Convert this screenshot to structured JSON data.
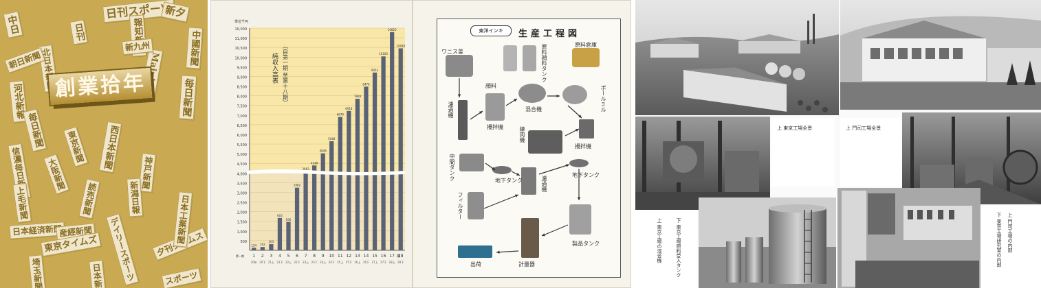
{
  "cover": {
    "title": "創業拾年",
    "newspapers": [
      "日刊スポーツ",
      "日刊",
      "中日",
      "新夕",
      "毎日新聞",
      "北日本新聞",
      "報知新聞",
      "朝日新聞",
      "Mainichi",
      "中國新聞",
      "河北新報",
      "新九州",
      "西日本新聞",
      "毎日新聞",
      "東京新聞",
      "大阪新聞",
      "信濃毎日新聞",
      "神戸新聞",
      "新潟日報",
      "読売新聞",
      "上毛新聞",
      "日本経済新聞",
      "埼玉新聞",
      "産經新聞",
      "デイリースポーツ",
      "東京タイムズ",
      "夕刊タイムス",
      "日本新聞",
      "日本工業新聞",
      "スポーツ"
    ]
  },
  "chart_data": {
    "type": "bar",
    "title": "（自第一期 至第十八期）純収入高表",
    "ylabel": "単位千円",
    "xlabel": "期",
    "ylim": [
      0,
      10000
    ],
    "y_axis_break": true,
    "y_ticks": [
      "10,000",
      "11,000",
      "10,500",
      "10,000",
      "9,500",
      "9,000",
      "8,500",
      "8,000",
      "7,500",
      "7,000",
      "6,500",
      "6,000",
      "5,500",
      "5,000",
      "4,500",
      "4,000",
      "3,500",
      "3,000",
      "2,500",
      "2,000",
      "1,500",
      "1,000",
      "500"
    ],
    "categories": [
      "1",
      "2",
      "3",
      "4",
      "5",
      "6",
      "7",
      "8",
      "9",
      "10",
      "11",
      "12",
      "13",
      "14",
      "15",
      "16",
      "17",
      "18"
    ],
    "sublabels": [
      "20年",
      "20下",
      "21上",
      "21下",
      "22上",
      "22下",
      "23上",
      "23下",
      "24上",
      "24下",
      "25上",
      "25下",
      "26上",
      "26下",
      "27上",
      "27下",
      "28上",
      "28下"
    ],
    "values": [
      124,
      162,
      303,
      1600,
      1400,
      3100,
      3900,
      4200,
      4800,
      5400,
      6600,
      6900,
      7500,
      8100,
      8800,
      9600,
      10800,
      10000
    ],
    "value_labels": [
      "124",
      "162",
      "303",
      "603",
      "566",
      "2082",
      "3863",
      "4248",
      "4848",
      "5048",
      "6670",
      "6918",
      "7808",
      "8476",
      "9053",
      "10160",
      "10820",
      "10448"
    ],
    "bar_color": "#5a6275",
    "bg_upper": "#f8e7a8",
    "bg_lower": "#f2e3bc",
    "period_label": "第一期"
  },
  "flow": {
    "title": "生産工程図",
    "company_mark": "東洋インキ",
    "labels": {
      "varnish_kettle": "ワニス釜",
      "pigment_tank": "原料顔料タンク",
      "raw_warehouse": "原料倉庫",
      "filter": "濾過機",
      "pigment_tank_small": "顔料",
      "kneader": "攪拌機",
      "mixer": "混合機",
      "ball_mill": "ボールミル",
      "roll_mill": "練肉機",
      "stirrer2": "攪拌機",
      "mid_tank": "中間タンク",
      "under_tank1": "地下タンク",
      "filter_press": "濾過機",
      "under_tank2": "地下タンク",
      "strainer": "フィルター",
      "product_tank": "製品タンク",
      "meter": "計量器",
      "shipping": "出荷"
    }
  },
  "photos": {
    "caption_top": "上 東京工場全景",
    "caption_top2": "上 門司工場全景",
    "caption_left": "上 東京工場の混合機",
    "caption_left2": "下 東京工場原料受入タンク",
    "caption_right": "上 門司工場の内部",
    "caption_right2": "下 東京工場研究室の内部"
  }
}
